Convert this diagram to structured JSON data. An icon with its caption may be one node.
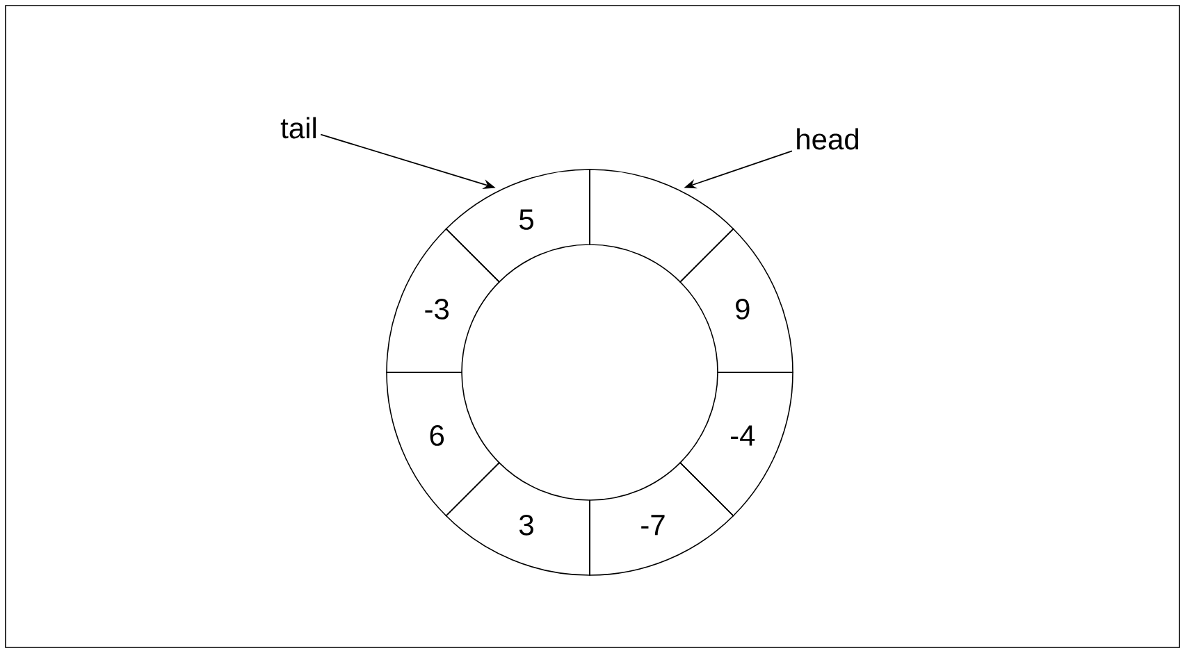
{
  "diagram": {
    "nodes": [
      {
        "text": [
          "tail"
        ]
      },
      {
        "text": [
          "head"
        ]
      },
      {
        "text": [],
        "shape": "sector"
      },
      {
        "text": [
          "9"
        ]
      },
      {
        "text": [
          "-4"
        ]
      },
      {
        "text": [
          "-7"
        ]
      },
      {
        "text": [
          "3"
        ]
      },
      {
        "text": [
          "6"
        ]
      },
      {
        "text": [
          "-3"
        ]
      },
      {
        "text": [
          "5"
        ]
      }
    ],
    "edges": [
      {
        "from": 0,
        "to": 9,
        "arrow": "to"
      },
      {
        "from": 1,
        "to": 2,
        "arrow": "to"
      }
    ]
  }
}
